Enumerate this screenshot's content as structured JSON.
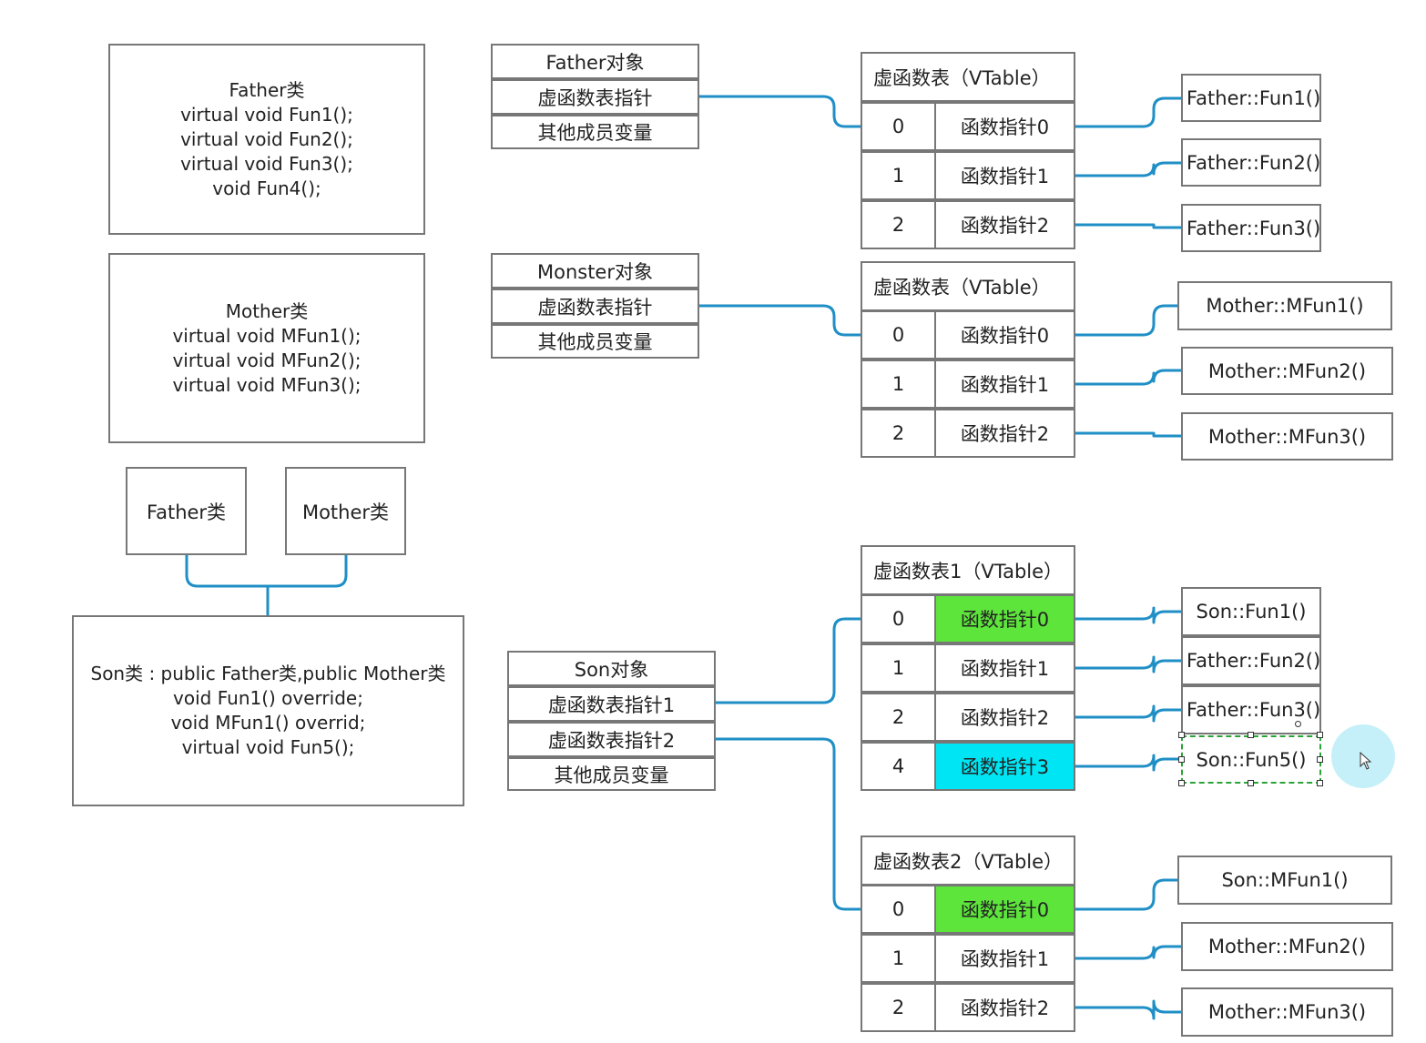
{
  "colors": {
    "wire": "#1f8fc6",
    "highlight_green": "#5ee53c",
    "highlight_cyan": "#00e5f3",
    "border": "#777777"
  },
  "father_class": [
    "Father类",
    "virtual void Fun1();",
    "virtual void Fun2();",
    "virtual void Fun3();",
    "void Fun4();"
  ],
  "mother_class": [
    "Mother类",
    "virtual void MFun1();",
    "virtual void MFun2();",
    "virtual void MFun3();"
  ],
  "father_small": "Father类",
  "mother_small": "Mother类",
  "son_class": [
    "Son类 : public Father类,public Mother类",
    "void Fun1() override;",
    "void MFun1() overrid;",
    "virtual void Fun5();"
  ],
  "father_object": {
    "title": "Father对象",
    "vptr": "虚函数表指针",
    "members": "其他成员变量"
  },
  "monster_object": {
    "title": "Monster对象",
    "vptr": "虚函数表指针",
    "members": "其他成员变量"
  },
  "son_object": {
    "title": "Son对象",
    "vptr1": "虚函数表指针1",
    "vptr2": "虚函数表指针2",
    "members": "其他成员变量"
  },
  "vtables": {
    "father": {
      "title": "虚函数表（VTable）",
      "rows": [
        {
          "index": "0",
          "ptr": "函数指针0"
        },
        {
          "index": "1",
          "ptr": "函数指针1"
        },
        {
          "index": "2",
          "ptr": "函数指针2"
        }
      ]
    },
    "mother": {
      "title": "虚函数表（VTable）",
      "rows": [
        {
          "index": "0",
          "ptr": "函数指针0"
        },
        {
          "index": "1",
          "ptr": "函数指针1"
        },
        {
          "index": "2",
          "ptr": "函数指针2"
        }
      ]
    },
    "son1": {
      "title": "虚函数表1（VTable）",
      "rows": [
        {
          "index": "0",
          "ptr": "函数指针0"
        },
        {
          "index": "1",
          "ptr": "函数指针1"
        },
        {
          "index": "2",
          "ptr": "函数指针2"
        },
        {
          "index": "4",
          "ptr": "函数指针3"
        }
      ]
    },
    "son2": {
      "title": "虚函数表2（VTable）",
      "rows": [
        {
          "index": "0",
          "ptr": "函数指针0"
        },
        {
          "index": "1",
          "ptr": "函数指针1"
        },
        {
          "index": "2",
          "ptr": "函数指针2"
        }
      ]
    }
  },
  "functions": {
    "father": [
      "Father::Fun1()",
      "Father::Fun2()",
      "Father::Fun3()"
    ],
    "mother": [
      "Mother::MFun1()",
      "Mother::MFun2()",
      "Mother::MFun3()"
    ],
    "son1": [
      "Son::Fun1()",
      "Father::Fun2()",
      "Father::Fun3()",
      "Son::Fun5()"
    ],
    "son2": [
      "Son::MFun1()",
      "Mother::MFun2()",
      "Mother::MFun3()"
    ]
  }
}
